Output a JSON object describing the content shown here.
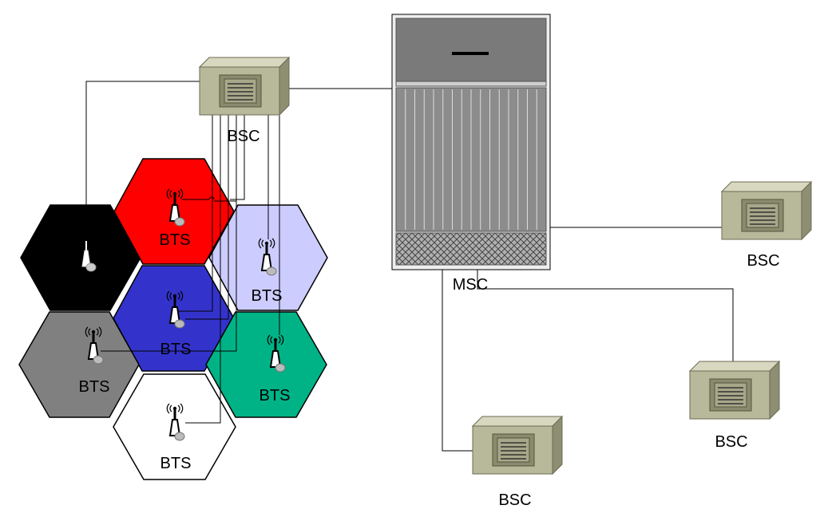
{
  "diagram": {
    "msc": {
      "label": "MSC"
    },
    "bsc_main": {
      "label": "BSC"
    },
    "bsc_right": {
      "label": "BSC"
    },
    "bsc_lower_right": {
      "label": "BSC"
    },
    "bsc_bottom": {
      "label": "BSC"
    },
    "cells": [
      {
        "id": "black",
        "label": "",
        "fill": "#000000"
      },
      {
        "id": "red",
        "label": "BTS",
        "fill": "#ff0000"
      },
      {
        "id": "lavender",
        "label": "BTS",
        "fill": "#ccccff"
      },
      {
        "id": "blue",
        "label": "BTS",
        "fill": "#3333cc"
      },
      {
        "id": "gray",
        "label": "BTS",
        "fill": "#808080"
      },
      {
        "id": "green",
        "label": "BTS",
        "fill": "#00b386"
      },
      {
        "id": "white",
        "label": "BTS",
        "fill": "#ffffff"
      }
    ]
  },
  "colors": {
    "bsc_face": "#b8b89a",
    "bsc_side": "#8e8e72",
    "bsc_top": "#d8d8c0",
    "msc_body": "#8c8c8c",
    "msc_top": "#7a7a7a"
  }
}
